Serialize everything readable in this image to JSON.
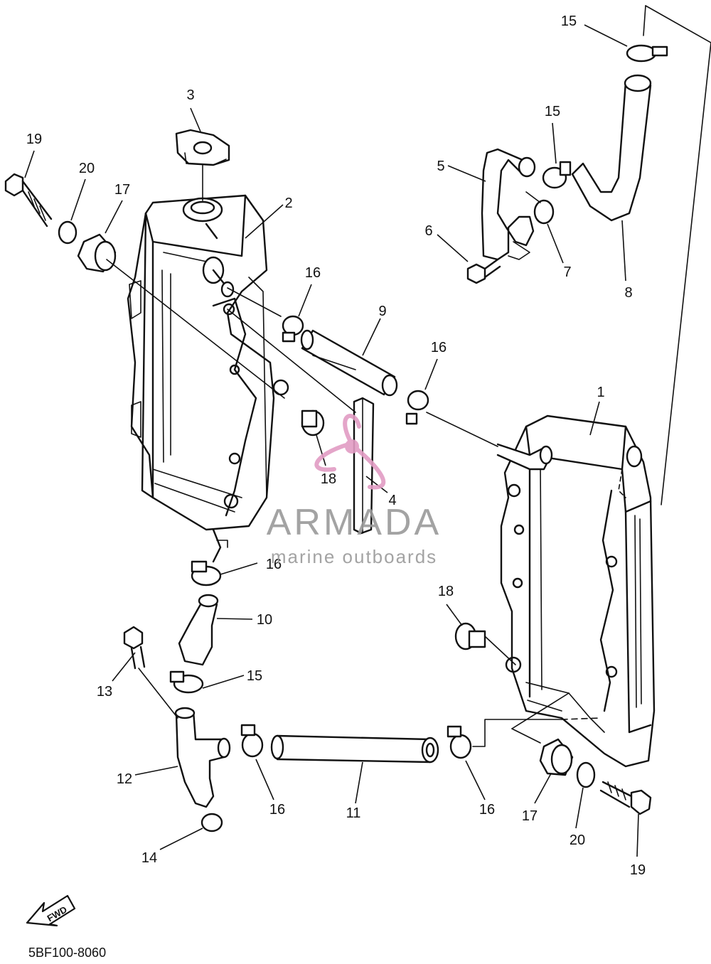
{
  "callouts": [
    {
      "label": "15"
    },
    {
      "label": "3"
    },
    {
      "label": "15"
    },
    {
      "label": "19"
    },
    {
      "label": "20"
    },
    {
      "label": "17"
    },
    {
      "label": "2"
    },
    {
      "label": "5"
    },
    {
      "label": "6"
    },
    {
      "label": "7"
    },
    {
      "label": "8"
    },
    {
      "label": "16"
    },
    {
      "label": "9"
    },
    {
      "label": "16"
    },
    {
      "label": "1"
    },
    {
      "label": "18"
    },
    {
      "label": "4"
    },
    {
      "label": "16"
    },
    {
      "label": "18"
    },
    {
      "label": "10"
    },
    {
      "label": "13"
    },
    {
      "label": "15"
    },
    {
      "label": "12"
    },
    {
      "label": "16"
    },
    {
      "label": "11"
    },
    {
      "label": "16"
    },
    {
      "label": "17"
    },
    {
      "label": "20"
    },
    {
      "label": "19"
    },
    {
      "label": "14"
    }
  ],
  "fwd_arrow": {
    "label": "FWD"
  },
  "diagram_code": "5BF100-8060",
  "watermark": {
    "brand": "ARMADA",
    "tagline": "marine outboards",
    "brand_color": "#9a9a9a",
    "logo_color": "#e29cc4",
    "logo_icon": "propeller-logo-icon"
  }
}
